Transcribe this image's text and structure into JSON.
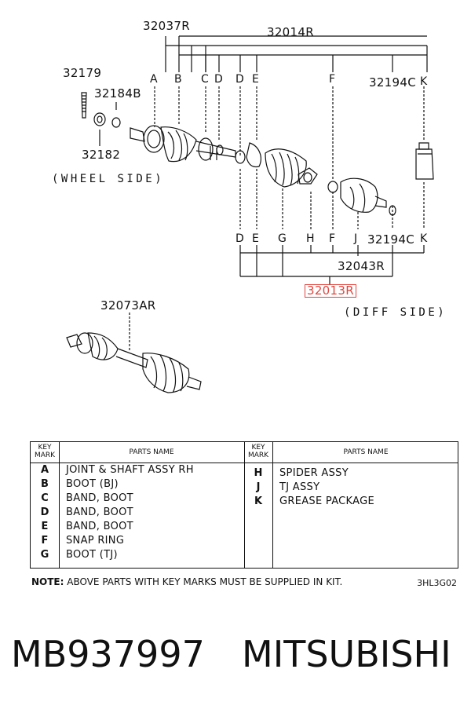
{
  "diagram": {
    "part_numbers": {
      "p32037R": "32037R",
      "p32014R": "32014R",
      "p32179": "32179",
      "p32184B": "32184B",
      "p32182": "32182",
      "p32194CK_top": "32194C",
      "p32194CK_bottom": "32194C",
      "p32043R": "32043R",
      "p32013R": "32013R",
      "p32073AR": "32073AR"
    },
    "top_keys": [
      "A",
      "B",
      "C",
      "D",
      "D",
      "E",
      "F",
      "K"
    ],
    "bottom_keys": [
      "D",
      "E",
      "G",
      "H",
      "F",
      "J",
      "K"
    ],
    "wheel_side": "(WHEEL SIDE)",
    "diff_side": "(DIFF SIDE)",
    "highlight_color": "#e0463f"
  },
  "table": {
    "header_key_mark": [
      "KEY",
      "MARK"
    ],
    "header_parts_name": "PARTS NAME",
    "left_rows": [
      {
        "key": "A",
        "name": "JOINT & SHAFT ASSY RH"
      },
      {
        "key": "B",
        "name": "BOOT (BJ)"
      },
      {
        "key": "C",
        "name": "BAND, BOOT"
      },
      {
        "key": "D",
        "name": "BAND, BOOT"
      },
      {
        "key": "E",
        "name": "BAND, BOOT"
      },
      {
        "key": "F",
        "name": "SNAP RING"
      },
      {
        "key": "G",
        "name": "BOOT (TJ)"
      }
    ],
    "right_rows": [
      {
        "key": "H",
        "name": "SPIDER ASSY"
      },
      {
        "key": "J",
        "name": "TJ ASSY"
      },
      {
        "key": "K",
        "name": "GREASE PACKAGE"
      }
    ]
  },
  "note": {
    "prefix": "NOTE:",
    "text": " ABOVE PARTS WITH KEY MARKS MUST BE SUPPLIED IN KIT."
  },
  "drawing_code": "3HL3G02",
  "caption": {
    "part_number": "MB937997",
    "brand": "MITSUBISHI"
  }
}
